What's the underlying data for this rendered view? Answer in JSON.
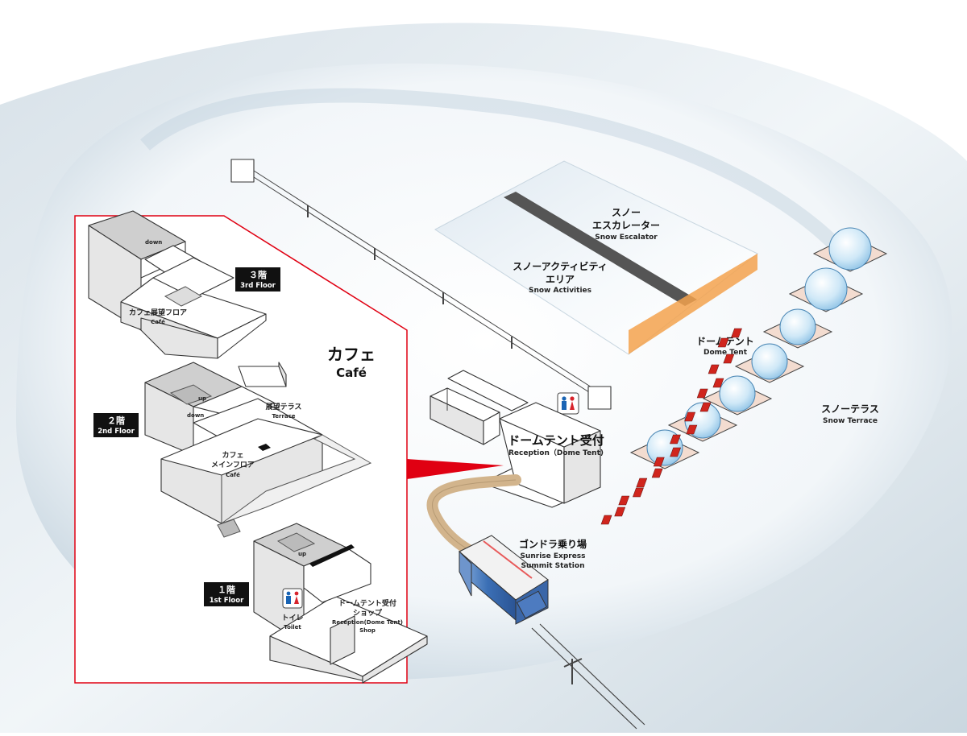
{
  "labels": {
    "snow_escalator": {
      "jp1": "スノー",
      "jp2": "エスカレーター",
      "en": "Snow Escalator"
    },
    "snow_activities": {
      "jp1": "スノーアクティビティ",
      "jp2": "エリア",
      "en": "Snow Activities"
    },
    "dome_tent": {
      "jp": "ドームテント",
      "en": "Dome Tent"
    },
    "snow_terrace": {
      "jp": "スノーテラス",
      "en": "Snow Terrace"
    },
    "reception": {
      "jp": "ドームテント受付",
      "en": "Reception（Dome Tent)"
    },
    "gondola": {
      "jp": "ゴンドラ乗り場",
      "en1": "Sunrise Express",
      "en2": "Summit Station"
    },
    "cafe_title": {
      "jp": "カフェ",
      "en": "Café"
    }
  },
  "floors": {
    "third": {
      "jp": "３階",
      "en": "3rd Floor",
      "area_jp": "カフェ展望フロア",
      "area_en": "Café",
      "stair": "down"
    },
    "second": {
      "jp": "２階",
      "en": "2nd Floor",
      "area_jp1": "カフェ",
      "area_jp2": "メインフロア",
      "area_en": "Café",
      "terrace_jp": "展望テラス",
      "terrace_en": "Terrace",
      "stair_up": "up",
      "stair_down": "down"
    },
    "first": {
      "jp": "１階",
      "en": "1st Floor",
      "stair": "up",
      "toilet_jp": "トイレ",
      "toilet_en": "Toilet",
      "room_jp1": "ドームテント受付",
      "room_jp2": "ショップ",
      "room_en1": "Reception(Dome Tent)",
      "room_en2": "Shop"
    }
  },
  "colors": {
    "callout_red": "#e00012",
    "pathway_tan": "#d2b48c",
    "gondola_blue": "#3b6fb5",
    "chair_red": "#d0251d",
    "dome_blue": "#bcdff3",
    "toilet_blue": "#1a64b4",
    "toilet_red": "#d7232b",
    "escalator_orange": "#f3a24e"
  }
}
